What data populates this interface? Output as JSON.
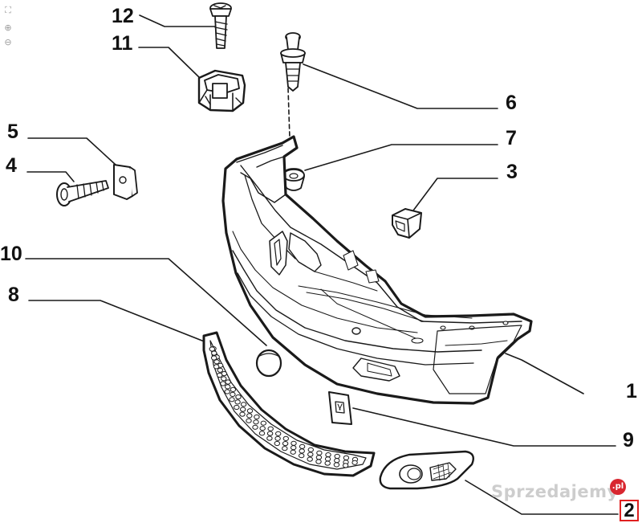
{
  "viewer": {
    "tools": [
      {
        "icon": "fit-screen-icon",
        "glyph": "⛶"
      },
      {
        "icon": "zoom-in-icon",
        "glyph": "⊕"
      },
      {
        "icon": "zoom-out-icon",
        "glyph": "⊖"
      }
    ]
  },
  "callouts": {
    "c1": "1",
    "c2": "2",
    "c3": "3",
    "c4": "4",
    "c5": "5",
    "c6": "6",
    "c7": "7",
    "c8": "8",
    "c9": "9",
    "c10": "10",
    "c11": "11",
    "c12": "12"
  },
  "watermark": {
    "text": "Sprzedajemy",
    "badge": ".pl"
  },
  "page_number": "2",
  "colors": {
    "line": "#1a1a1a",
    "accent": "#e02020",
    "watermark_badge": "#d8262f"
  }
}
